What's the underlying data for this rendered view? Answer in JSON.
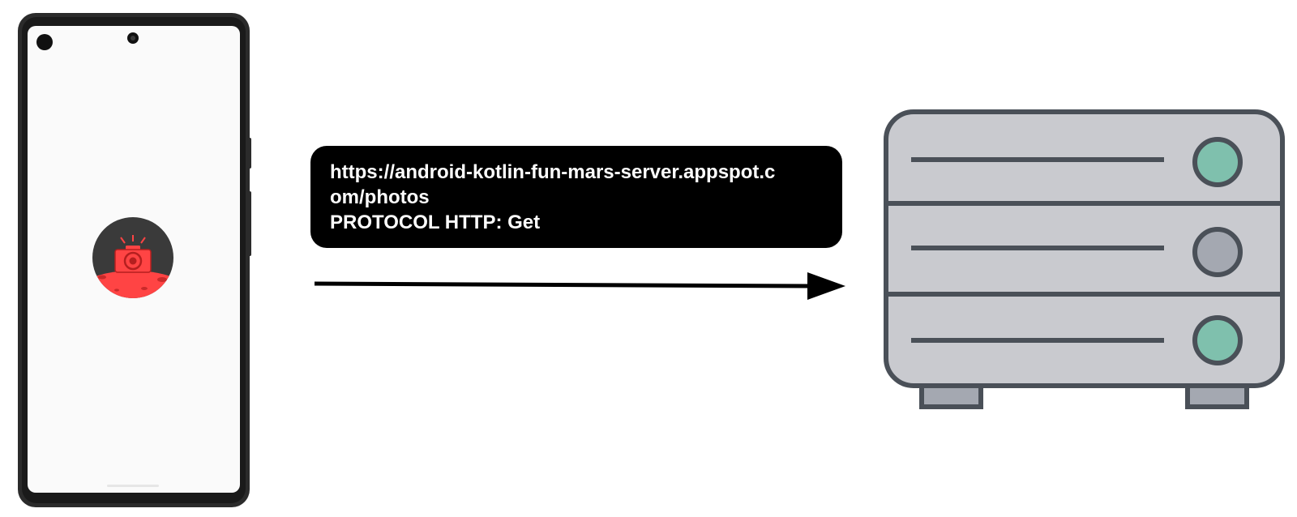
{
  "request": {
    "url_line_1": "https://android-kotlin-fun-mars-server.appspot.c",
    "url_line_2": "om/photos",
    "protocol_line": "PROTOCOL HTTP: Get"
  },
  "colors": {
    "phone_frame": "#2b2b2b",
    "phone_screen": "#fafafa",
    "app_icon_dark": "#3a3a3a",
    "app_icon_red": "#ff4444",
    "request_box": "#000000",
    "arrow": "#000000",
    "server_body": "#c9cacf",
    "server_outline": "#4a5058",
    "light_green": "#7fc0ad",
    "light_grey": "#a4a8b1",
    "server_feet": "#a4a8b1"
  },
  "icons": {
    "phone": "smartphone-icon",
    "app": "mars-camera-app-icon",
    "server": "server-rack-icon"
  }
}
